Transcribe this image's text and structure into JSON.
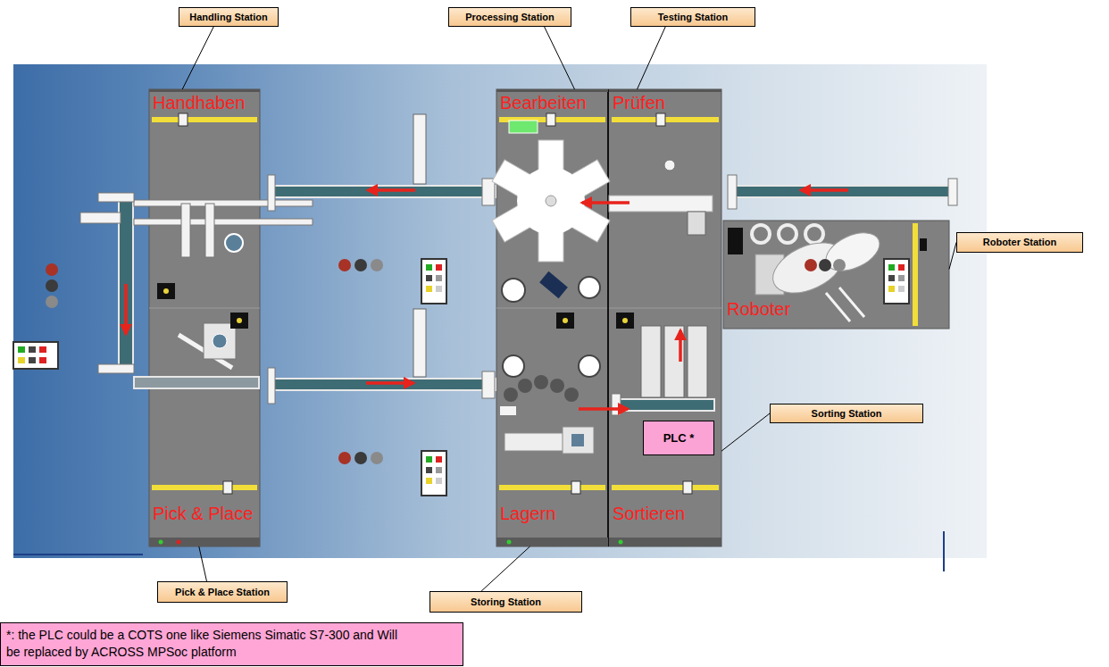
{
  "diagram": {
    "nodes": [
      {
        "text": [
          "Handling Station"
        ]
      },
      {
        "text": [
          "Processing Station"
        ]
      },
      {
        "text": [
          "Testing Station"
        ]
      },
      {
        "text": [
          "Handhaben"
        ]
      },
      {
        "text": [
          "Bearbeiten"
        ]
      },
      {
        "text": [
          "Prüfen"
        ]
      },
      {
        "text": [
          "Roboter Station"
        ]
      },
      {
        "text": [
          "Roboter"
        ]
      },
      {
        "text": [
          "Sorting Station"
        ]
      },
      {
        "text": [
          "Pick & Place"
        ]
      },
      {
        "text": [
          "Lagern"
        ]
      },
      {
        "text": [
          "Sortieren"
        ]
      },
      {
        "text": [
          "PLC *"
        ],
        "in": 11
      },
      {
        "text": [
          "Pick & Place Station"
        ]
      },
      {
        "text": [
          "Storing Station"
        ]
      },
      {
        "text": [
          "*: the PLC could be a COTS one like Siemens Simatic S7-300 and Will be replaced by ACROSS MPSoc platform"
        ]
      }
    ],
    "edges": [
      {
        "from": 0,
        "to": 3,
        "arrow": "none"
      },
      {
        "from": 1,
        "to": 4,
        "arrow": "none"
      },
      {
        "from": 2,
        "to": 5,
        "arrow": "none"
      },
      {
        "from": 6,
        "to": 7,
        "arrow": "none"
      },
      {
        "from": 8,
        "to": 11,
        "arrow": "none"
      },
      {
        "from": 13,
        "to": 9,
        "arrow": "none"
      },
      {
        "from": 14,
        "to": 10,
        "arrow": "none"
      }
    ]
  }
}
